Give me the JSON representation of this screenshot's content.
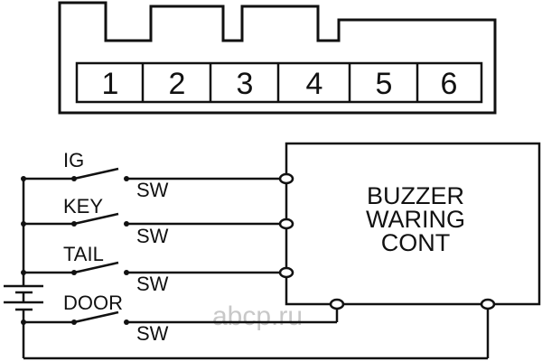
{
  "connector": {
    "pins": [
      "1",
      "2",
      "3",
      "4",
      "5",
      "6"
    ]
  },
  "switches": [
    {
      "name": "IG",
      "suffix": "SW"
    },
    {
      "name": "KEY",
      "suffix": "SW"
    },
    {
      "name": "TAIL",
      "suffix": "SW"
    },
    {
      "name": "DOOR",
      "suffix": "SW"
    }
  ],
  "module": {
    "line1": "BUZZER",
    "line2": "WARING",
    "line3": "CONT"
  },
  "watermark": "abcp.ru",
  "colors": {
    "line": "#111111",
    "watermark": "#c8c8c8"
  }
}
